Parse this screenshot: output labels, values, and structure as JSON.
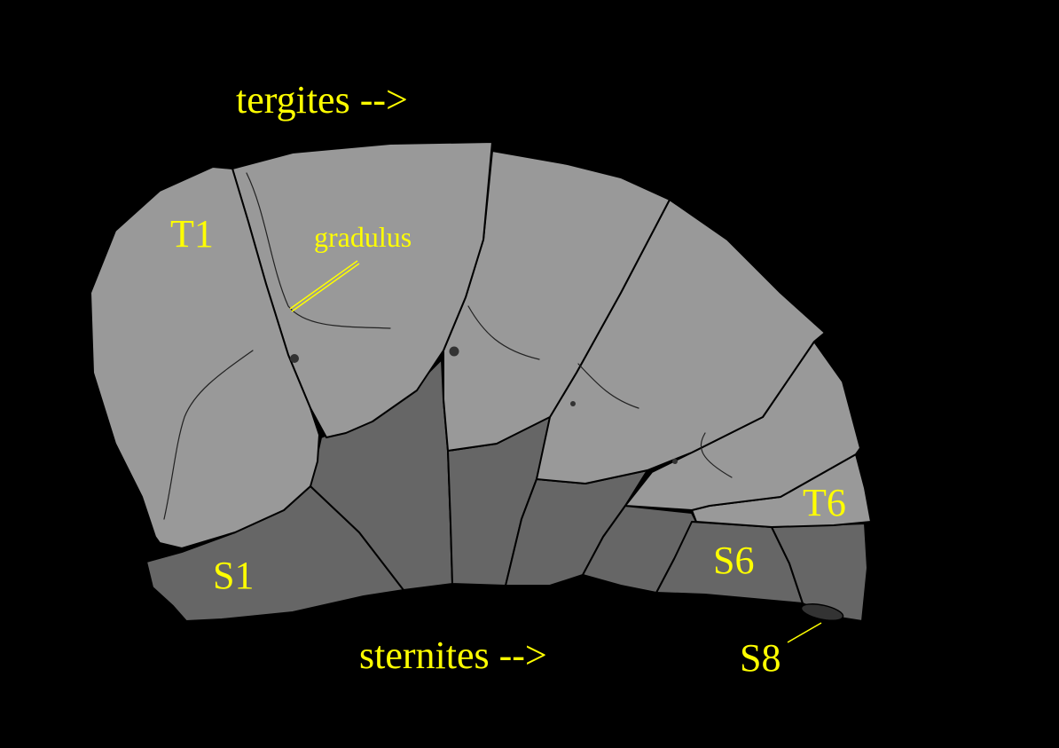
{
  "colors": {
    "background": "#000000",
    "label": "#ffff00",
    "tergite_fill": "#999999",
    "sternite_fill": "#666666",
    "outline": "#000000",
    "spiracle": "#333333"
  },
  "labels": {
    "tergites": "tergites -->",
    "sternites": "sternites -->",
    "t1": "T1",
    "t6": "T6",
    "s1": "S1",
    "s6": "S6",
    "s8": "S8",
    "gradulus": "gradulus"
  }
}
